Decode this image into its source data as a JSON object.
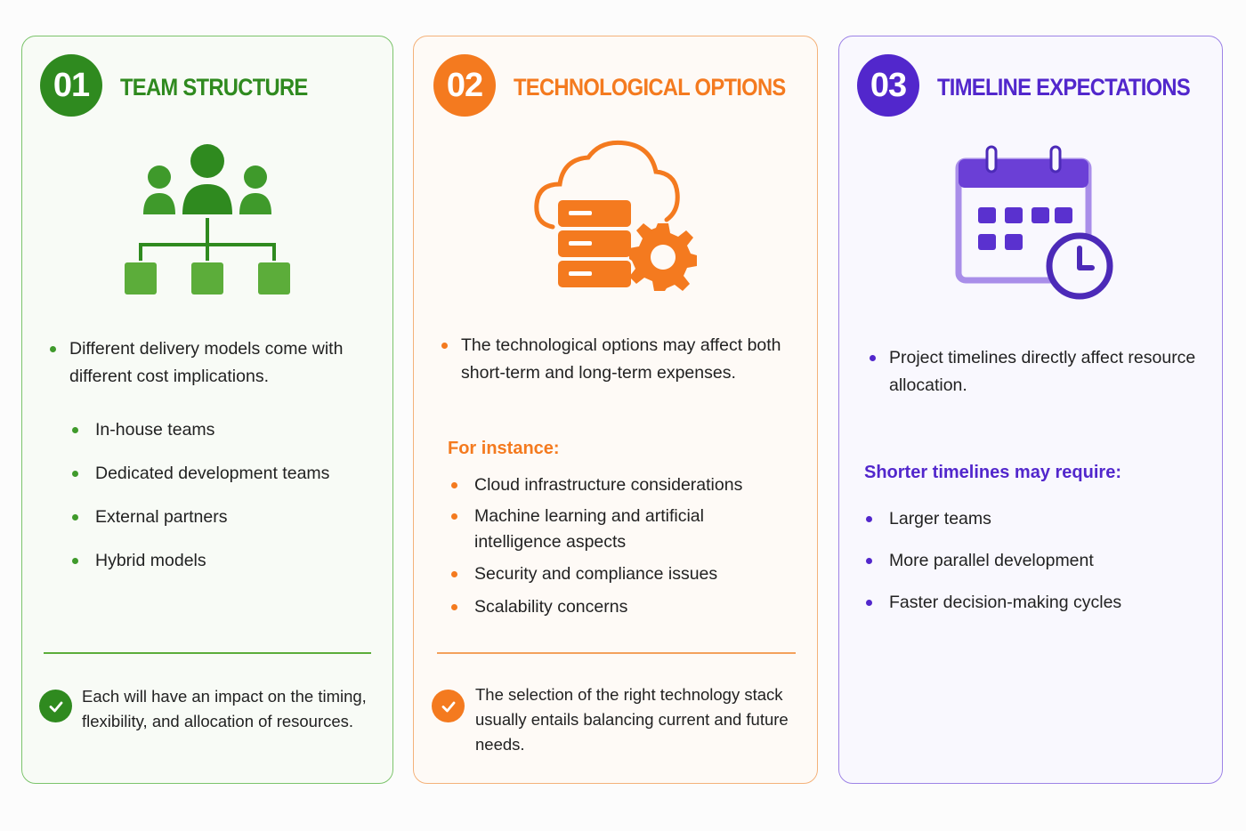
{
  "colors": {
    "green": "#2f8a1f",
    "orange": "#f47a1f",
    "purple": "#5227cc"
  },
  "cards": [
    {
      "number": "01",
      "title": "TEAM STRUCTURE",
      "icon": "org-chart-icon",
      "bullet": "Different delivery models come with different cost implications.",
      "items": [
        "In-house teams",
        "Dedicated development teams",
        "External partners",
        "Hybrid models"
      ],
      "note": "Each will have an impact on the timing, flexibility, and allocation of resources."
    },
    {
      "number": "02",
      "title": "TECHNOLOGICAL OPTIONS",
      "icon": "cloud-server-gear-icon",
      "bullet": "The technological options may affect both short-term and long-term expenses.",
      "subheading": "For instance:",
      "items": [
        "Cloud infrastructure considerations",
        "Machine learning and artificial intelligence aspects",
        "Security and compliance issues",
        "Scalability concerns"
      ],
      "note": "The selection of the right technology stack usually entails balancing current and future needs."
    },
    {
      "number": "03",
      "title": "TIMELINE EXPECTATIONS",
      "icon": "calendar-clock-icon",
      "bullet": "Project timelines directly affect resource allocation.",
      "subheading": "Shorter timelines may require:",
      "items": [
        "Larger teams",
        "More parallel development",
        "Faster decision-making cycles"
      ]
    }
  ]
}
